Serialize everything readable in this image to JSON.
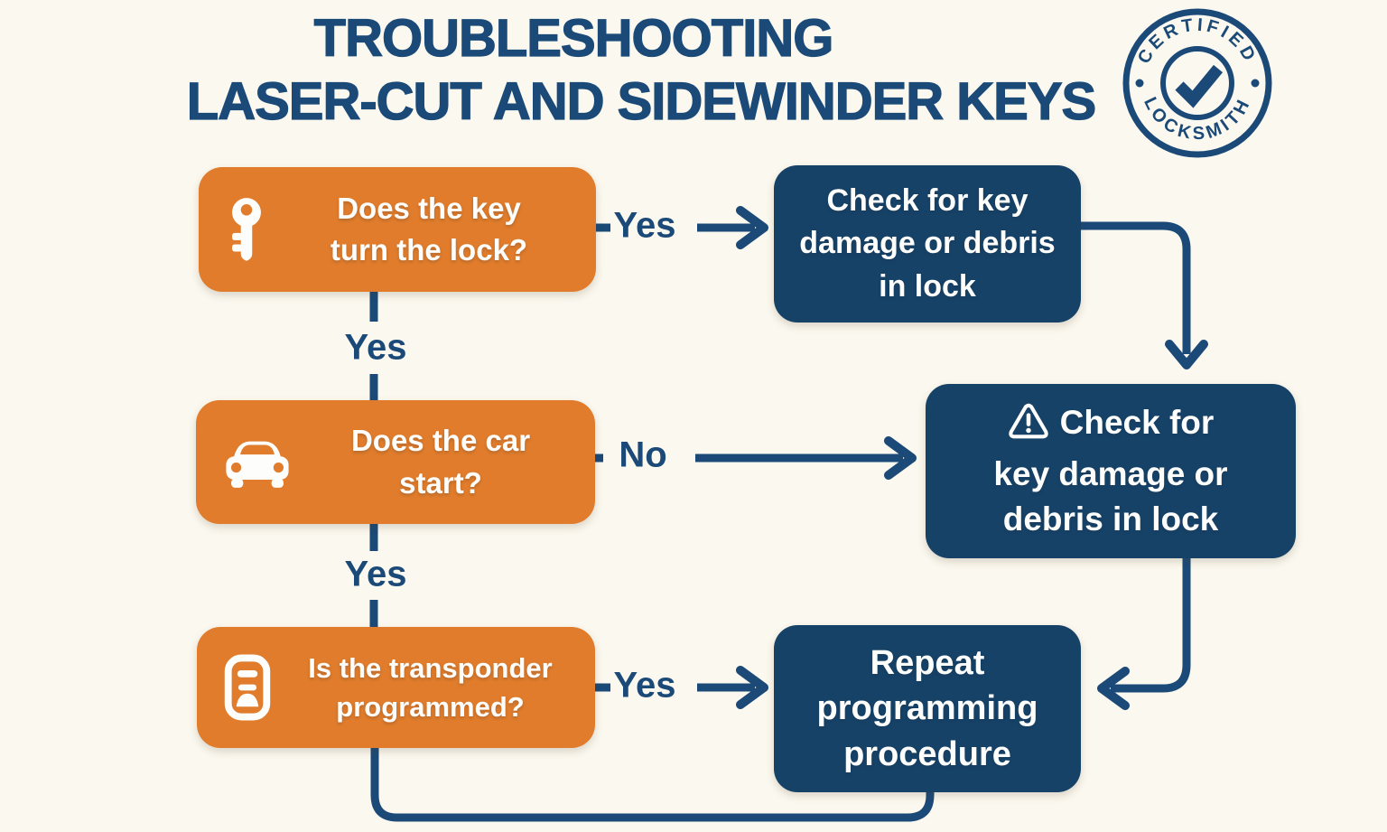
{
  "title": {
    "line1": "TROUBLESHOOTING",
    "line2": "LASER-CUT AND SIDEWINDER KEYS"
  },
  "badge": {
    "arc_top": "CERTIFIED",
    "arc_bottom": "LOCKSMITH"
  },
  "colors": {
    "background": "#FBF8EF",
    "orange_box": "#E07C2B",
    "navy_box": "#164268",
    "navy_line_text": "#1B4A78",
    "box_text": "#FDFDFB"
  },
  "nodes": {
    "q1": {
      "icon": "key-icon",
      "text": "Does the key\nturn the lock?"
    },
    "q2": {
      "icon": "car-icon",
      "text": "Does the car\nstart?"
    },
    "q3": {
      "icon": "transponder-icon",
      "text": "Is the transponder\nprogrammed?"
    },
    "a1": {
      "text": "Check for key\ndamage or debris\nin lock"
    },
    "a2": {
      "icon": "warning-icon",
      "text": "Check for\nkey damage or\ndebris in lock"
    },
    "a3": {
      "text": "Repeat\nprogramming\nprocedure"
    }
  },
  "edges": {
    "q1_to_a1": "Yes",
    "q1_to_q2": "Yes",
    "q2_to_a2": "No",
    "q2_to_q3": "Yes",
    "q3_to_a3": "Yes"
  }
}
